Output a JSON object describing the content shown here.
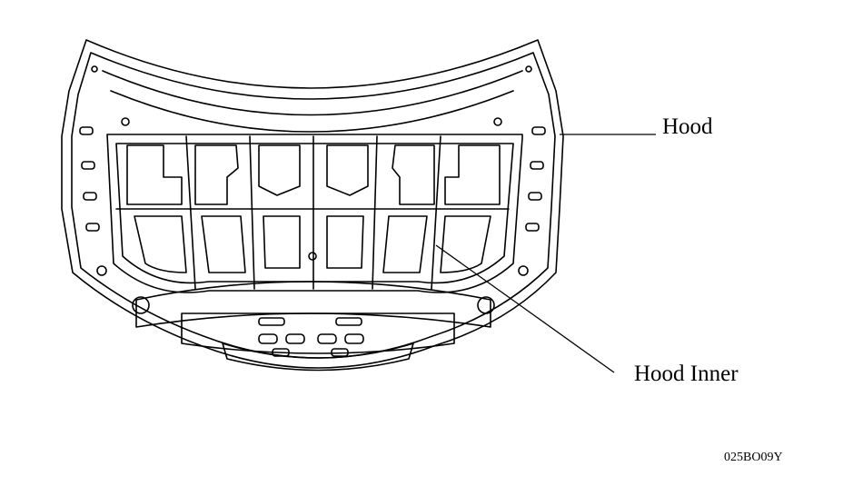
{
  "labels": {
    "hood": "Hood",
    "hood_inner": "Hood Inner",
    "figure_code": "025BO09Y"
  }
}
